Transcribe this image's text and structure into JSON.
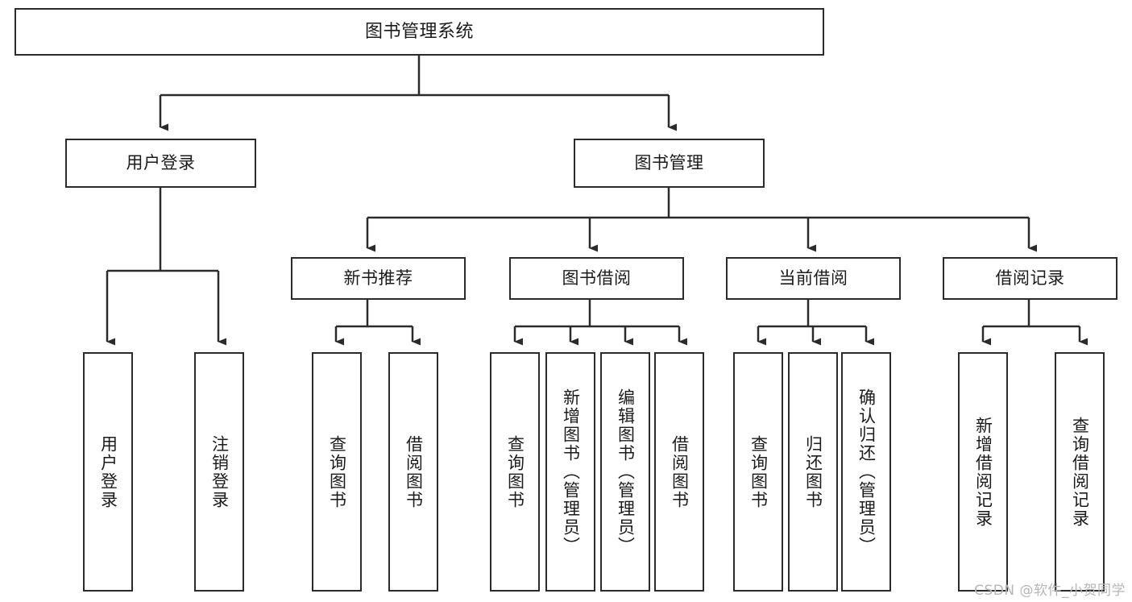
{
  "diagram": {
    "title": "图书管理系统",
    "type": "tree-hierarchy",
    "watermark": "CSDN @软件_小贺同学",
    "stroke_color": "#2b2b2b",
    "fill_color": "#ffffff",
    "text_color": "#1b1b1b",
    "watermark_color": "#b6b6b6"
  },
  "nodes": {
    "root": {
      "label": "图书管理系统"
    },
    "level1": [
      {
        "label": "用户登录"
      },
      {
        "label": "图书管理"
      }
    ],
    "level2": [
      {
        "label": "新书推荐"
      },
      {
        "label": "图书借阅"
      },
      {
        "label": "当前借阅"
      },
      {
        "label": "借阅记录"
      }
    ],
    "leaves": {
      "user_login": [
        {
          "label": "用户登录"
        },
        {
          "label": "注销登录"
        }
      ],
      "new_book_recommend": [
        {
          "label": "查询图书"
        },
        {
          "label": "借阅图书"
        }
      ],
      "book_borrow": [
        {
          "label": "查询图书"
        },
        {
          "label": "新增图书（管理员）"
        },
        {
          "label": "编辑图书（管理员）"
        },
        {
          "label": "借阅图书"
        }
      ],
      "current_borrow": [
        {
          "label": "查询图书"
        },
        {
          "label": "归还图书"
        },
        {
          "label": "确认归还（管理员）"
        }
      ],
      "borrow_record": [
        {
          "label": "新增借阅记录"
        },
        {
          "label": "查询借阅记录"
        }
      ]
    }
  }
}
